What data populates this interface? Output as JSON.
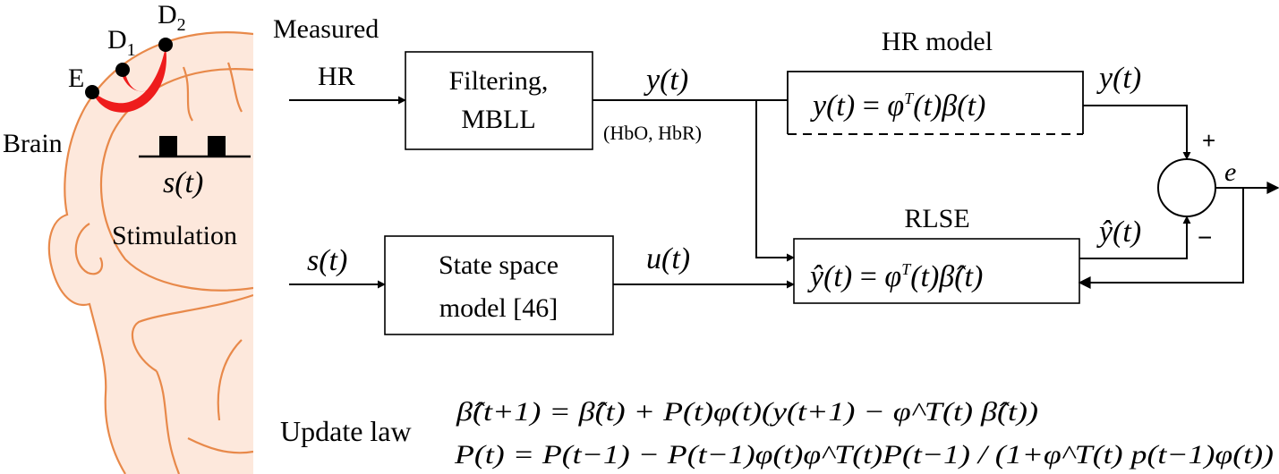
{
  "colors": {
    "skin": "#fde8dc",
    "head_outline": "#e8894a",
    "optode_path": "#ee1c1c",
    "lines": "#000000"
  },
  "head": {
    "brain_label": "Brain",
    "optode_e": "E",
    "optode_d1": "D",
    "optode_d1_sub": "1",
    "optode_d2": "D",
    "optode_d2_sub": "2",
    "stim_signal": "s(t)",
    "stim_label": "Stimulation"
  },
  "inputs": {
    "measured_line1": "Measured",
    "measured_line2": "HR",
    "s_input": "s(t)"
  },
  "blocks": {
    "filtering_line1": "Filtering,",
    "filtering_line2": "MBLL",
    "statespace_line1": "State space",
    "statespace_line2": "model [46]",
    "hr_model_title": "HR model",
    "hr_model_eq": "y(t) = φ^T(t) β(t)",
    "rlse_title": "RLSE",
    "rlse_eq": "ŷ(t) = φ^T(t) β̂(t)"
  },
  "signals": {
    "y_after_filter": "y(t)",
    "hbo_hbr": "(HbO, HbR)",
    "u": "u(t)",
    "y_out": "y(t)",
    "yhat_out": "ŷ(t)",
    "plus": "+",
    "minus": "−",
    "error": "e"
  },
  "update_law": {
    "label": "Update law",
    "eq1": "β̂(t+1) = β̂(t) + P(t)φ(t)(y(t+1) − φ^T(t) β̂(t))",
    "eq2": "P(t) = P(t−1) − P(t−1)φ(t)φ^T(t)P(t−1) / (1+φ^T(t) p(t−1)φ(t))"
  }
}
